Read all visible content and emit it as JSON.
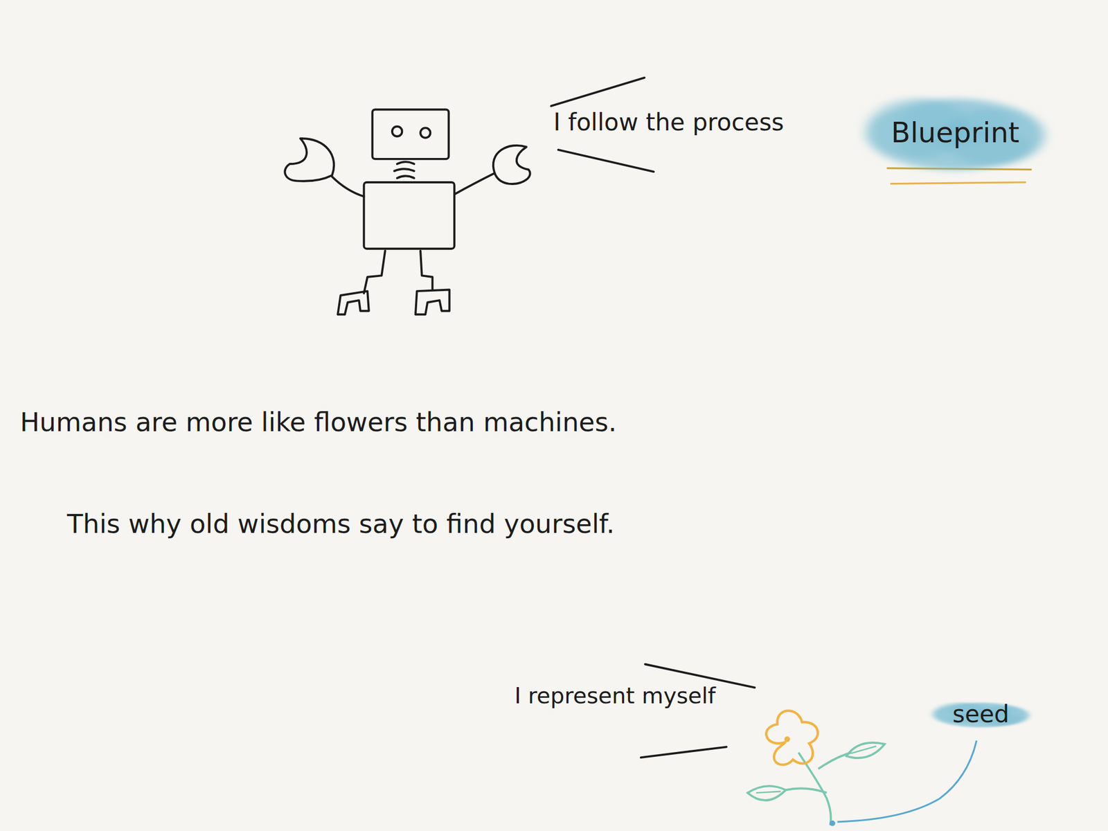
{
  "diagram": {
    "nodes": [
      {
        "text": [
          "Blueprint"
        ]
      },
      {
        "text": [
          "seed"
        ]
      }
    ],
    "labels": [
      "I follow the process",
      "Humans are more like flowers than machines.",
      "This why old wisdoms say to find yourself.",
      "I represent myself"
    ]
  }
}
